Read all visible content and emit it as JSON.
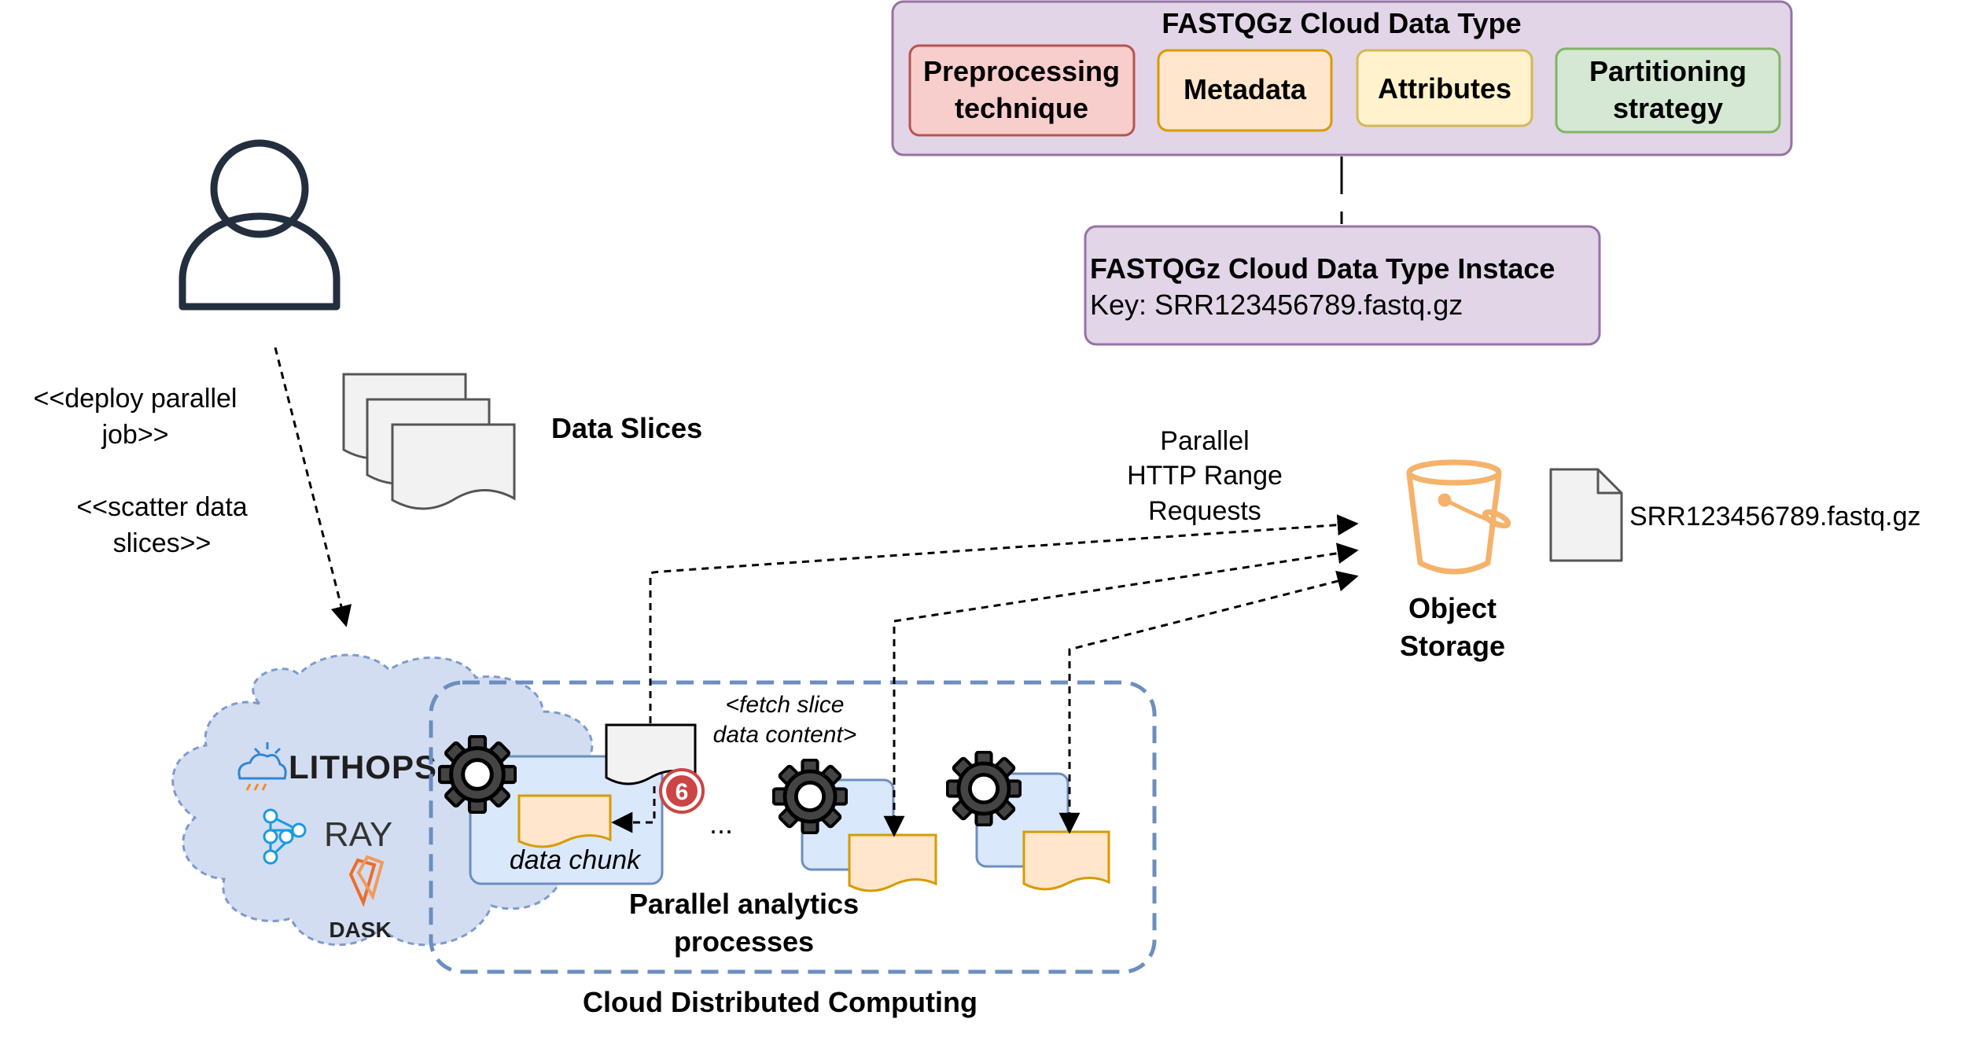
{
  "data_type_box": {
    "title": "FASTQGz Cloud Data Type",
    "components": [
      {
        "line1": "Preprocessing",
        "line2": "technique",
        "fill": "#f8cecc",
        "stroke": "#b85450"
      },
      {
        "line1": "Metadata",
        "line2": "",
        "fill": "#ffe6cc",
        "stroke": "#d79b00"
      },
      {
        "line1": "Attributes",
        "line2": "",
        "fill": "#fff2cc",
        "stroke": "#d6b656"
      },
      {
        "line1": "Partitioning",
        "line2": "strategy",
        "fill": "#d5e8d4",
        "stroke": "#82b366"
      }
    ],
    "fill": "#e1d5e7",
    "stroke": "#9673a6"
  },
  "instance_box": {
    "title": "FASTQGz Cloud Data Type Instace",
    "key": "Key: SRR123456789.fastq.gz"
  },
  "user_labels": {
    "deploy_line1": "<<deploy parallel",
    "deploy_line2": "job>>",
    "scatter_line1": "<<scatter data",
    "scatter_line2": "slices>>"
  },
  "data_slices_label": "Data Slices",
  "http_label": {
    "line1": "Parallel",
    "line2": "HTTP Range",
    "line3": "Requests"
  },
  "object_storage": {
    "line1": "Object",
    "line2": "Storage",
    "color": "#f5b26b"
  },
  "file_label": "SRR123456789.fastq.gz",
  "fetch_label": {
    "line1": "<fetch slice",
    "line2": "data content>"
  },
  "data_chunk_label": "data chunk",
  "ellipsis": "...",
  "step_badge": "6",
  "analytics_label": {
    "line1": "Parallel analytics",
    "line2": "processes"
  },
  "cluster_label": "Cloud Distributed Computing",
  "frameworks": {
    "lithops": "LITHOPS",
    "ray": "RAY",
    "dask": "DASK"
  },
  "colors": {
    "cloud_fill": "#d3ddf1",
    "cloud_stroke": "#7d9bcc",
    "cluster_stroke": "#6c8ebf",
    "process_fill": "#dae8fc",
    "chunk_fill": "#ffe6cc",
    "chunk_stroke": "#d79b00",
    "badge": "#cc4444"
  }
}
